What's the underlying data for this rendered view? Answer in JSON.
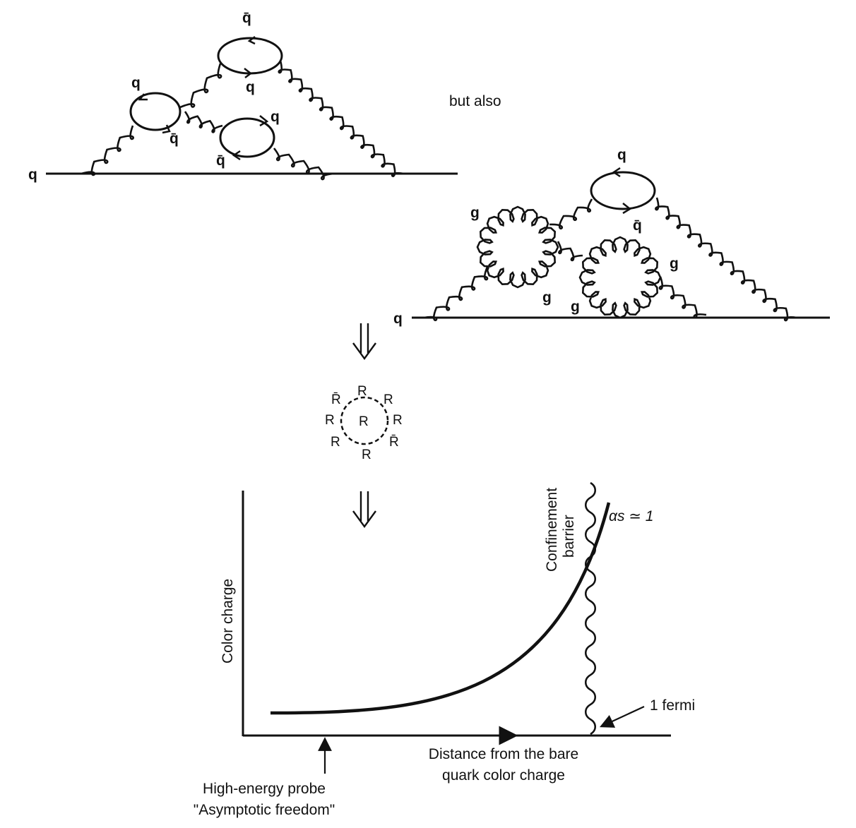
{
  "top_left_diagram": {
    "external_quark": "q",
    "loop_top": {
      "upper": "q̄",
      "lower": "q"
    },
    "loop_left": {
      "upper": "q",
      "lower": "q̄"
    },
    "loop_mid": {
      "upper": "q",
      "lower": "q̄"
    }
  },
  "but_also": "but also",
  "right_diagram": {
    "external_quark": "q",
    "quark_loop": {
      "upper": "q",
      "lower": "q̄"
    },
    "gluon_loop_left": {
      "label": "g",
      "bottom": "g"
    },
    "gluon_loop_right": {
      "label": "g",
      "bottom": "g"
    }
  },
  "implies_symbol": "⇓",
  "color_cloud": {
    "center": "R",
    "around": [
      "R̄",
      "R",
      "R",
      "R",
      "R",
      "R̄",
      "R",
      "R"
    ]
  },
  "graph": {
    "y_axis_label": "Color charge",
    "x_axis_label_line1": "Distance from the bare",
    "x_axis_label_line2": "quark color charge",
    "barrier_label_line1": "Confinement",
    "barrier_label_line2": "barrier",
    "alpha_label": "αs ≃ 1",
    "fermi_label": "1 fermi",
    "probe_label_line1": "High-energy probe",
    "probe_label_line2": "\"Asymptotic freedom\""
  }
}
